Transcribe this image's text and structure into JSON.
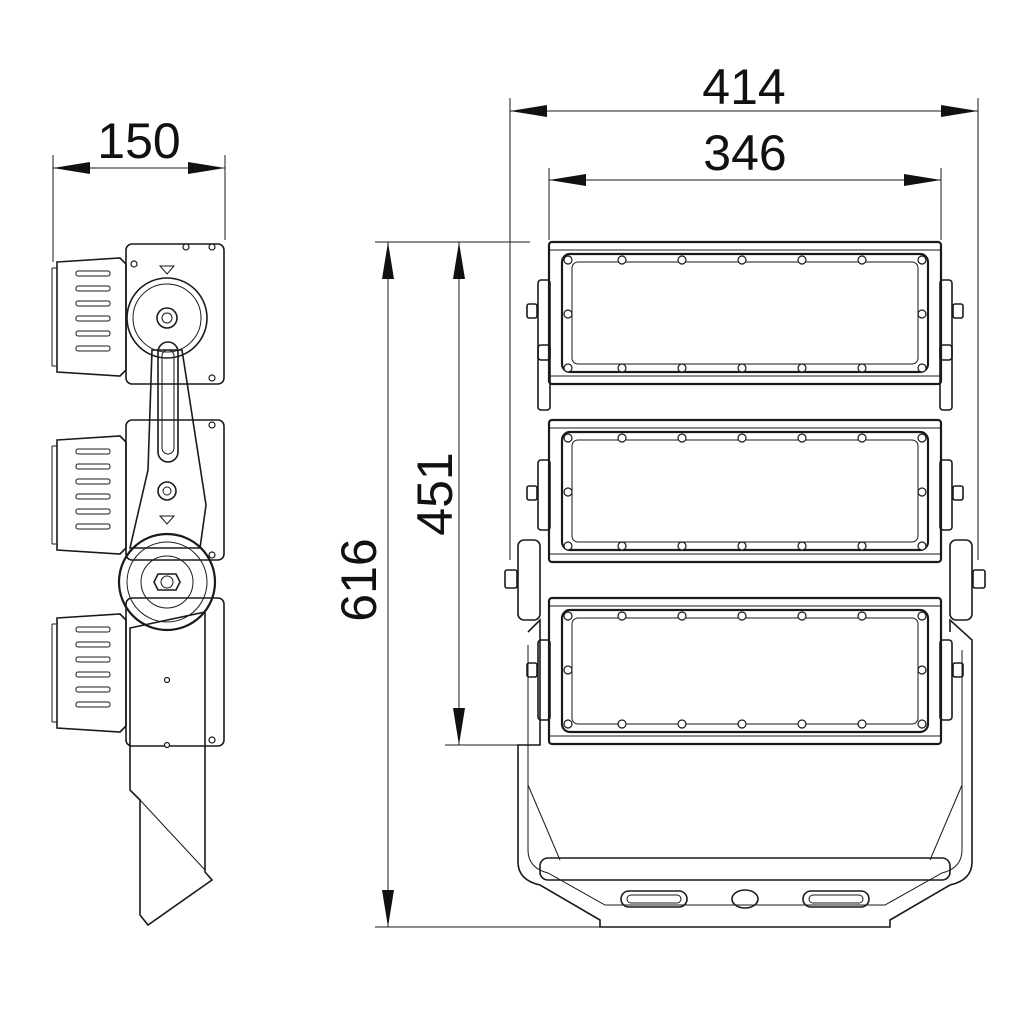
{
  "dimensions": {
    "side_width": "150",
    "overall_width": "414",
    "module_width": "346",
    "module_height": "451",
    "overall_height": "616"
  }
}
